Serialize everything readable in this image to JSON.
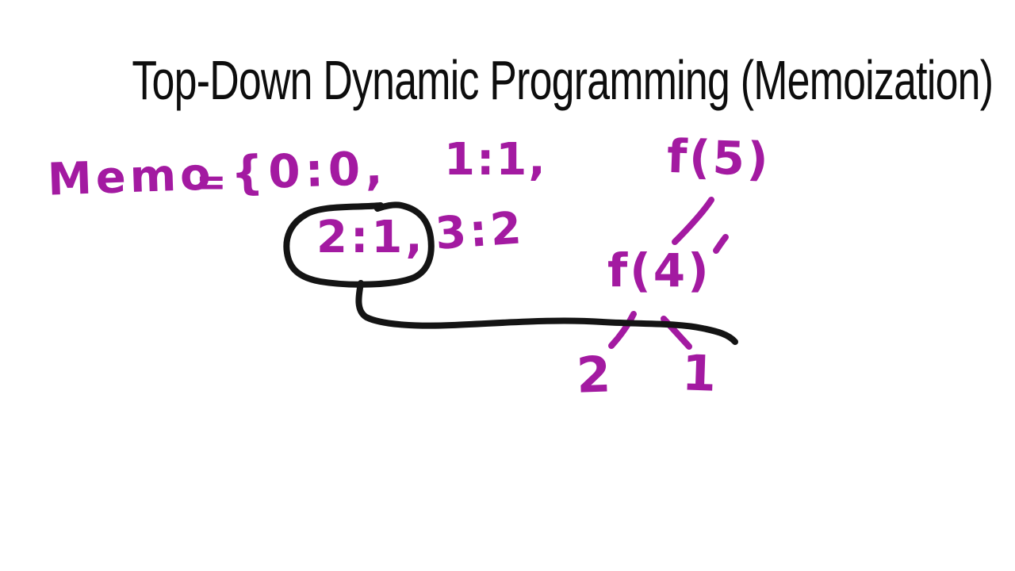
{
  "title": "Top-Down Dynamic Programming (Memoization)",
  "colors": {
    "background": "#ffffff",
    "title_ink": "#0d0d0d",
    "pen_black": "#141414",
    "marker_magenta": "#a31aa1"
  },
  "memo": {
    "label": "Memo",
    "equals": "=",
    "brace_and_first_entry": "{0:0,",
    "entry_1_1": "1:1,",
    "entry_2_1_circled": "2:1,",
    "entry_3_2": "3:2"
  },
  "tree": {
    "root_label": "f(5)",
    "child_label": "f(4)",
    "left_leaf": "2",
    "right_leaf": "1"
  }
}
